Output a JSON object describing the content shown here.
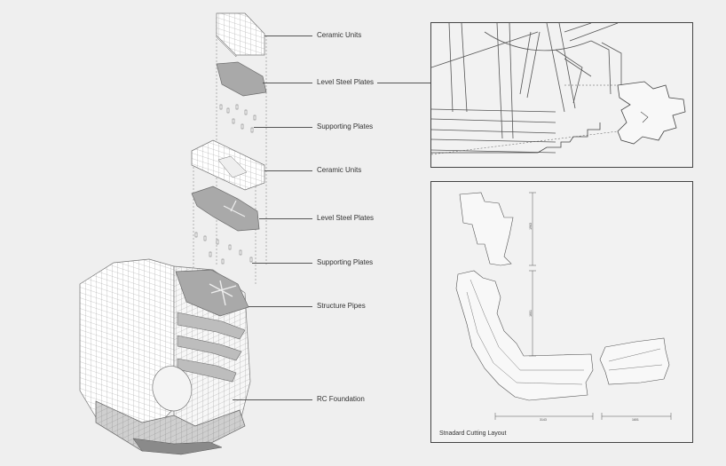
{
  "layers": {
    "ceramic_units_top": "Ceramic Units",
    "level_steel_plates_top": "Level Steel Plates",
    "supporting_plates_top": "Supporting Plates",
    "ceramic_units_mid": "Ceramic Units",
    "level_steel_plates_mid": "Level Steel Plates",
    "supporting_plates_mid": "Supporting Plates",
    "structure_pipes": "Structure Pipes",
    "rc_foundation": "RC Foundation"
  },
  "cutting_panel": {
    "caption": "Stnadard Cutting Layout",
    "dim_1": "1963",
    "dim_2": "1601",
    "dim_3": "3143",
    "dim_4": "1601"
  },
  "colors": {
    "background": "#efefef",
    "line": "#555555",
    "plate_fill": "#a9a9a9",
    "foundation_fill": "#8a8a8a",
    "ceramic_fill": "#ffffff"
  }
}
